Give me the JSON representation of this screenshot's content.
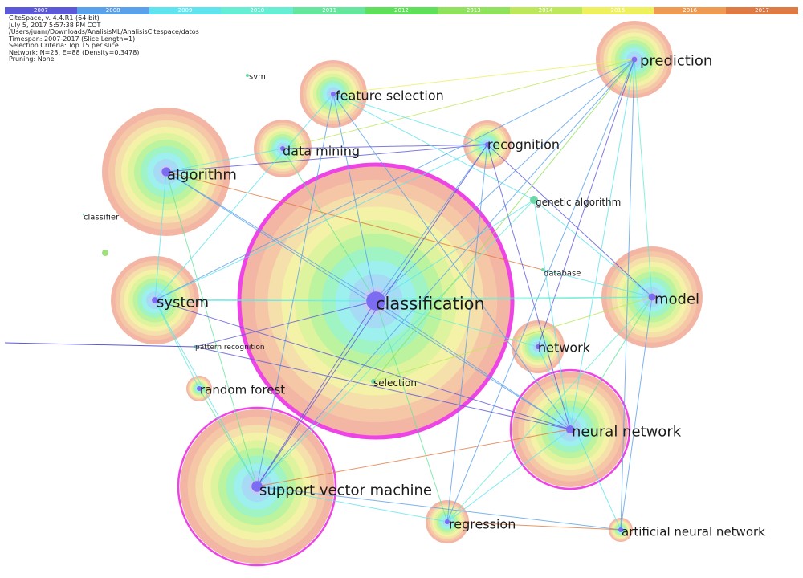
{
  "timeline": {
    "years": [
      "2007",
      "2008",
      "2009",
      "2010",
      "2011",
      "2012",
      "2013",
      "2014",
      "2015",
      "2016",
      "2017"
    ],
    "colors": [
      "#5b59d8",
      "#5aa0ea",
      "#5fe3ee",
      "#66eed4",
      "#66e59c",
      "#5fe05a",
      "#8fe25c",
      "#bde85c",
      "#eef05e",
      "#ee9a52",
      "#e07a44"
    ]
  },
  "info": {
    "lines": [
      "CiteSpace, v. 4.4.R1 (64-bit)",
      "July 5, 2017 5:57:38 PM COT",
      "/Users/juanr/Downloads/AnalisisML/AnalisisCitespace/datos",
      "Timespan: 2007-2017 (Slice Length=1)",
      "Selection Criteria: Top 15 per slice",
      "Network: N=23, E=88 (Density=0.3478)",
      "Pruning: None"
    ]
  },
  "nodes": [
    {
      "id": "classification",
      "label": "classification",
      "rings": 6,
      "highlight": true
    },
    {
      "id": "support-vector-machine",
      "label": "support vector machine",
      "rings": 6,
      "highlight": true
    },
    {
      "id": "neural-network",
      "label": "neural network",
      "rings": 5,
      "highlight": true
    },
    {
      "id": "algorithm",
      "label": "algorithm",
      "rings": 5,
      "highlight": false
    },
    {
      "id": "model",
      "label": "model",
      "rings": 5,
      "highlight": false
    },
    {
      "id": "prediction",
      "label": "prediction",
      "rings": 5,
      "highlight": false
    },
    {
      "id": "system",
      "label": "system",
      "rings": 5,
      "highlight": false
    },
    {
      "id": "feature-selection",
      "label": "feature selection",
      "rings": 4,
      "highlight": false
    },
    {
      "id": "data-mining",
      "label": "data mining",
      "rings": 4,
      "highlight": false
    },
    {
      "id": "recognition",
      "label": "recognition",
      "rings": 4,
      "highlight": false
    },
    {
      "id": "network",
      "label": "network",
      "rings": 4,
      "highlight": false
    },
    {
      "id": "regression",
      "label": "regression",
      "rings": 4,
      "highlight": false
    },
    {
      "id": "random-forest",
      "label": "random forest",
      "rings": 3,
      "highlight": false
    },
    {
      "id": "artificial-neural-network",
      "label": "artificial neural network",
      "rings": 3,
      "highlight": false
    },
    {
      "id": "genetic-algorithm",
      "label": "genetic algorithm",
      "rings": 2,
      "highlight": false
    },
    {
      "id": "svm",
      "label": "svm",
      "rings": 1,
      "highlight": false
    },
    {
      "id": "classifier",
      "label": "classifier",
      "rings": 1,
      "highlight": false
    },
    {
      "id": "database",
      "label": "database",
      "rings": 1,
      "highlight": false
    },
    {
      "id": "pattern-recognition",
      "label": "pattern recognition",
      "rings": 1,
      "highlight": false
    },
    {
      "id": "selection",
      "label": "selection",
      "rings": 1,
      "highlight": false
    },
    {
      "id": "unlabeled",
      "label": "",
      "rings": 2,
      "highlight": false
    }
  ],
  "edges": [
    [
      "classification",
      "algorithm",
      "#5aa0ea"
    ],
    [
      "classification",
      "system",
      "#5fe3ee"
    ],
    [
      "classification",
      "model",
      "#66eed4"
    ],
    [
      "classification",
      "prediction",
      "#5aa0ea"
    ],
    [
      "classification",
      "neural-network",
      "#5aa0ea"
    ],
    [
      "classification",
      "support-vector-machine",
      "#5b59d8"
    ],
    [
      "classification",
      "feature-selection",
      "#5aa0ea"
    ],
    [
      "classification",
      "recognition",
      "#5aa0ea"
    ],
    [
      "classification",
      "data-mining",
      "#66e59c"
    ],
    [
      "classification",
      "regression",
      "#66e59c"
    ],
    [
      "classification",
      "network",
      "#66eed4"
    ],
    [
      "classification",
      "pattern-recognition",
      "#5b59d8"
    ],
    [
      "classification",
      "genetic-algorithm",
      "#5fe3ee"
    ],
    [
      "algorithm",
      "neural-network",
      "#5aa0ea"
    ],
    [
      "algorithm",
      "recognition",
      "#5b59d8"
    ],
    [
      "algorithm",
      "support-vector-machine",
      "#66e59c"
    ],
    [
      "algorithm",
      "database",
      "#e07a44"
    ],
    [
      "support-vector-machine",
      "recognition",
      "#5b59d8"
    ],
    [
      "support-vector-machine",
      "feature-selection",
      "#5aa0ea"
    ],
    [
      "support-vector-machine",
      "neural-network",
      "#e07a44"
    ],
    [
      "support-vector-machine",
      "regression",
      "#5fe3ee"
    ],
    [
      "support-vector-machine",
      "prediction",
      "#5aa0ea"
    ],
    [
      "support-vector-machine",
      "system",
      "#5fe3ee"
    ],
    [
      "support-vector-machine",
      "artificial-neural-network",
      "#5aa0ea"
    ],
    [
      "support-vector-machine",
      "genetic-algorithm",
      "#66eed4"
    ],
    [
      "neural-network",
      "recognition",
      "#5b59d8"
    ],
    [
      "neural-network",
      "prediction",
      "#5fe3ee"
    ],
    [
      "neural-network",
      "system",
      "#5b59d8"
    ],
    [
      "neural-network",
      "model",
      "#66e59c"
    ],
    [
      "neural-network",
      "feature-selection",
      "#5aa0ea"
    ],
    [
      "prediction",
      "feature-selection",
      "#eef05e"
    ],
    [
      "prediction",
      "model",
      "#66eed4"
    ],
    [
      "prediction",
      "regression",
      "#5aa0ea"
    ],
    [
      "prediction",
      "artificial-neural-network",
      "#5aa0ea"
    ],
    [
      "prediction",
      "network",
      "#5b59d8"
    ],
    [
      "prediction",
      "selection",
      "#8fe25c"
    ],
    [
      "prediction",
      "data-mining",
      "#bde85c"
    ],
    [
      "recognition",
      "model",
      "#5b59d8"
    ],
    [
      "recognition",
      "feature-selection",
      "#5fe3ee"
    ],
    [
      "recognition",
      "regression",
      "#5aa0ea"
    ],
    [
      "recognition",
      "system",
      "#5fe3ee"
    ],
    [
      "model",
      "genetic-algorithm",
      "#5fe3ee"
    ],
    [
      "model",
      "system",
      "#66eed4"
    ],
    [
      "model",
      "regression",
      "#66eed4"
    ],
    [
      "model",
      "artificial-neural-network",
      "#5aa0ea"
    ],
    [
      "model",
      "selection",
      "#bde85c"
    ],
    [
      "system",
      "feature-selection",
      "#5fe3ee"
    ],
    [
      "system",
      "random-forest",
      "#66eed4"
    ],
    [
      "regression",
      "artificial-neural-network",
      "#e07a44"
    ],
    [
      "regression",
      "neural-network",
      "#5fe3ee"
    ],
    [
      "network",
      "artificial-neural-network",
      "#5fe3ee"
    ],
    [
      "data-mining",
      "recognition",
      "#5b59d8"
    ],
    [
      "data-mining",
      "algorithm",
      "#5fe3ee"
    ],
    [
      "feature-selection",
      "genetic-algorithm",
      "#5fe3ee"
    ],
    [
      "random-forest",
      "support-vector-machine",
      "#66e59c"
    ],
    [
      "pattern-recognition",
      "neural-network",
      "#5b59d8"
    ],
    [
      "algorithm",
      "system",
      "#5fe3ee"
    ],
    [
      "genetic-algorithm",
      "neural-network",
      "#5fe3ee"
    ],
    [
      "database",
      "model",
      "#5fe3ee"
    ],
    [
      "system",
      "prediction",
      "#5aa0ea"
    ]
  ],
  "ring_palette": [
    "#c6c8f4",
    "#a6d8f6",
    "#9defef",
    "#9ef2c4",
    "#b9f29e",
    "#dcf29c",
    "#f2f2a6",
    "#f4e0aa",
    "#f4c8a6",
    "#f2b2a0"
  ]
}
